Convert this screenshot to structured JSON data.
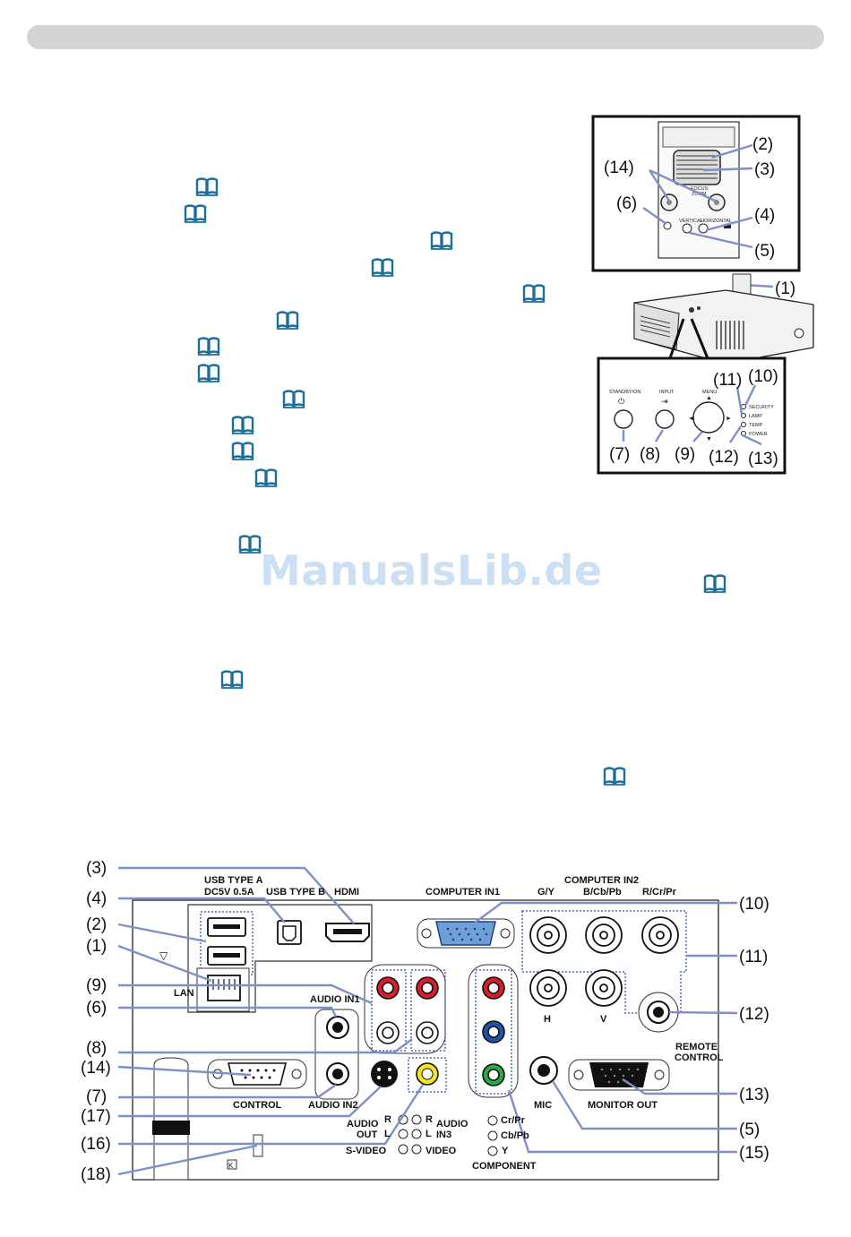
{
  "watermark": "ManualsLib.de",
  "colors": {
    "book_icon": "#1c6f9a",
    "leader_line": "#7f8fc7",
    "port_outline": "#4a6fb5"
  },
  "top_figure": {
    "callouts": [
      "(1)",
      "(2)",
      "(3)",
      "(4)",
      "(5)",
      "(6)",
      "(7)",
      "(8)",
      "(9)",
      "(10)",
      "(11)",
      "(12)",
      "(13)",
      "(14)"
    ],
    "panel_labels": {
      "standby": "STANDBY/ON",
      "input": "INPUT",
      "menu": "MENU"
    },
    "indicators": [
      "SECURITY",
      "LAMP",
      "TEMP",
      "POWER"
    ]
  },
  "bottom_figure": {
    "callouts_left": [
      "(3)",
      "(4)",
      "(2)",
      "(1)",
      "(9)",
      "(6)",
      "(8)",
      "(14)",
      "(7)",
      "(17)",
      "(16)",
      "(18)"
    ],
    "callouts_right": [
      "(10)",
      "(11)",
      "(12)",
      "(13)",
      "(5)",
      "(15)"
    ],
    "port_labels": {
      "usb_a": "USB TYPE A",
      "usb_a_rating": "DC5V 0.5A",
      "usb_b": "USB TYPE B",
      "hdmi": "HDMI",
      "computer_in1": "COMPUTER IN1",
      "computer_in2": "COMPUTER IN2",
      "gy": "G/Y",
      "bcbpb": "B/Cb/Pb",
      "rcrpr": "R/Cr/Pr",
      "h": "H",
      "v": "V",
      "lan": "LAN",
      "audio_in1": "AUDIO IN1",
      "audio_in2": "AUDIO IN2",
      "control": "CONTROL",
      "remote_control_1": "REMOTE",
      "remote_control_2": "CONTROL",
      "monitor_out": "MONITOR OUT",
      "mic": "MIC",
      "audio_out_1": "AUDIO",
      "audio_out_2": "OUT",
      "audio_in3_1": "AUDIO",
      "audio_in3_2": "IN3",
      "r_left": "R",
      "l_left": "L",
      "r_right": "R",
      "l_right": "L",
      "s_video": "S-VIDEO",
      "video": "VIDEO",
      "cr_pr": "Cr/Pr",
      "cb_pb": "Cb/Pb",
      "y": "Y",
      "component": "COMPONENT"
    }
  }
}
